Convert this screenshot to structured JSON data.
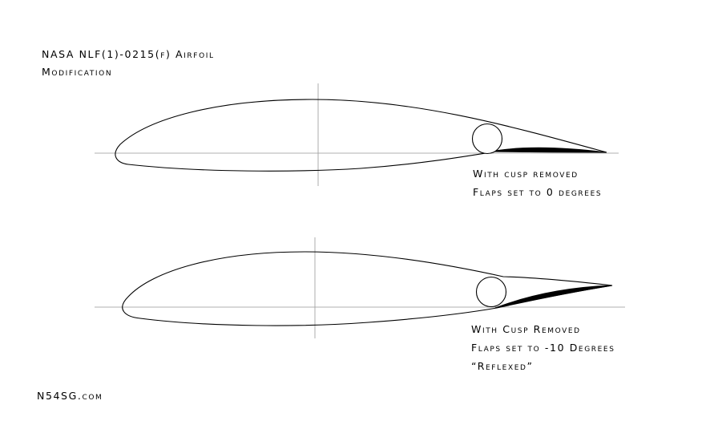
{
  "title": {
    "line1": "NASA NLF(1)-0215(f) Airfoil",
    "line2": "Modification"
  },
  "airfoil_top": {
    "caption_line1": "With cusp removed",
    "caption_line2": "Flaps set to 0 degrees"
  },
  "airfoil_bottom": {
    "caption_line1": "With Cusp Removed",
    "caption_line2": "Flaps set to -10 Degrees",
    "caption_line3": "“Reflexed”"
  },
  "footer": {
    "site": "N54SG.com"
  },
  "colors": {
    "outline": "#000000",
    "axis": "#999999",
    "background": "#ffffff",
    "fill": "#000000"
  }
}
